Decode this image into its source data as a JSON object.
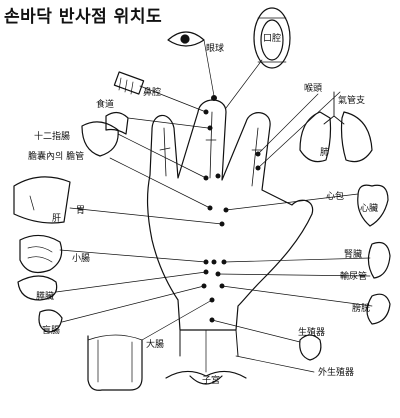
{
  "title": "손바닥 반사점 위치도",
  "labels": {
    "eye": "眼球",
    "mouth": "口腔",
    "nose": "鼻腔",
    "esophagus": "食道",
    "throat": "喉頭",
    "trachea": "氣管支",
    "lung": "肺",
    "duodenum": "十二指腸",
    "gallbladder": "膽囊內의 膽管",
    "pericardium": "心包",
    "heart": "心臟",
    "stomach": "胃",
    "liver": "肝",
    "kidney": "腎臟",
    "small_intestine": "小腸",
    "ureter": "輸尿管",
    "bladder": "膀胱",
    "pancreas": "膵臟",
    "appendix": "盲腸",
    "large_intestine": "大腸",
    "reproductive": "生殖器",
    "uterus": "子宮",
    "external_genitalia": "外生殖器"
  }
}
